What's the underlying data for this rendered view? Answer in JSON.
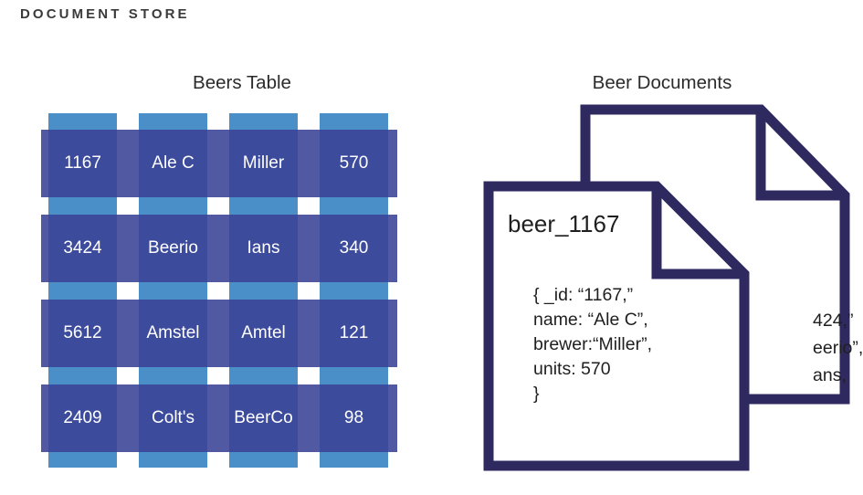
{
  "slide": {
    "title": "DOCUMENT STORE"
  },
  "colors": {
    "title_text": "#3a3a3a",
    "heading_text": "#2b2b2b",
    "column_blue": "#4a8fc7",
    "row_navy": "#3a4296",
    "overlap_slate": "#5158a8",
    "doc_outline": "#2e2a60",
    "cell_text": "#ffffff",
    "doc_text": "#1f1f1f"
  },
  "table_section": {
    "heading": "Beers Table",
    "columns": 4,
    "rows": [
      [
        "1167",
        "Ale C",
        "Miller",
        "570"
      ],
      [
        "3424",
        "Beerio",
        "Ians",
        "340"
      ],
      [
        "5612",
        "Amstel",
        "Amtel",
        "121"
      ],
      [
        "2409",
        "Colt's",
        "BeerCo",
        "98"
      ]
    ]
  },
  "documents_section": {
    "heading": "Beer Documents",
    "front_document": {
      "label": "beer_1167",
      "body_lines": [
        "{ _id: “1167,”",
        "name: “Ale C”,",
        "brewer:“Miller”,",
        "units: 570",
        "}"
      ]
    },
    "back_document": {
      "visible_lines": [
        "424,”",
        "eerio”,",
        "ans,"
      ]
    }
  }
}
